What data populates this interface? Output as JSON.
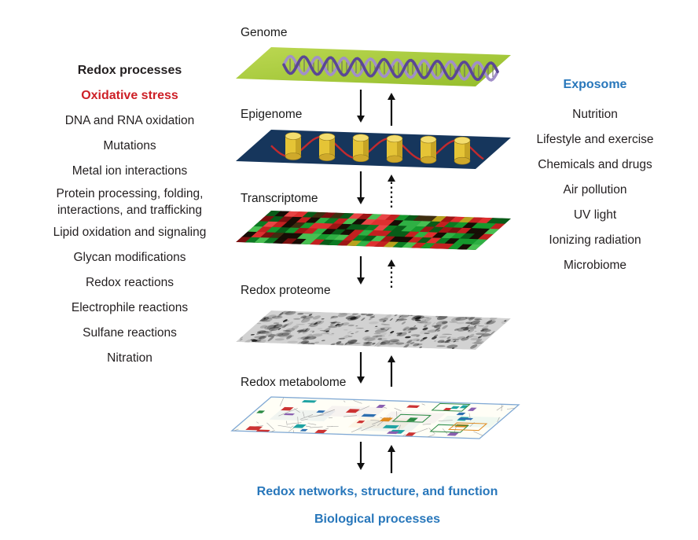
{
  "colors": {
    "accent_red": "#cd2027",
    "accent_blue": "#2877bb",
    "text": "#231f20"
  },
  "left_column": {
    "title": "Redox processes",
    "subtitle": "Oxidative stress",
    "items": [
      "DNA and RNA oxidation",
      "Mutations",
      "Metal ion interactions",
      "Protein processing, folding,\ninteractions, and trafficking",
      "Lipid oxidation and signaling",
      "Glycan modifications",
      "Redox reactions",
      "Electrophile reactions",
      "Sulfane reactions",
      "Nitration"
    ]
  },
  "right_column": {
    "title": "Exposome",
    "items": [
      "Nutrition",
      "Lifestyle and exercise",
      "Chemicals and drugs",
      "Air pollution",
      "UV light",
      "Ionizing radiation",
      "Microbiome"
    ]
  },
  "layers": [
    {
      "label": "Genome"
    },
    {
      "label": "Epigenome"
    },
    {
      "label": "Transcriptome"
    },
    {
      "label": "Redox proteome"
    },
    {
      "label": "Redox metabolome"
    }
  ],
  "footer": {
    "line1": "Redox networks, structure, and function",
    "line2": "Biological processes"
  }
}
